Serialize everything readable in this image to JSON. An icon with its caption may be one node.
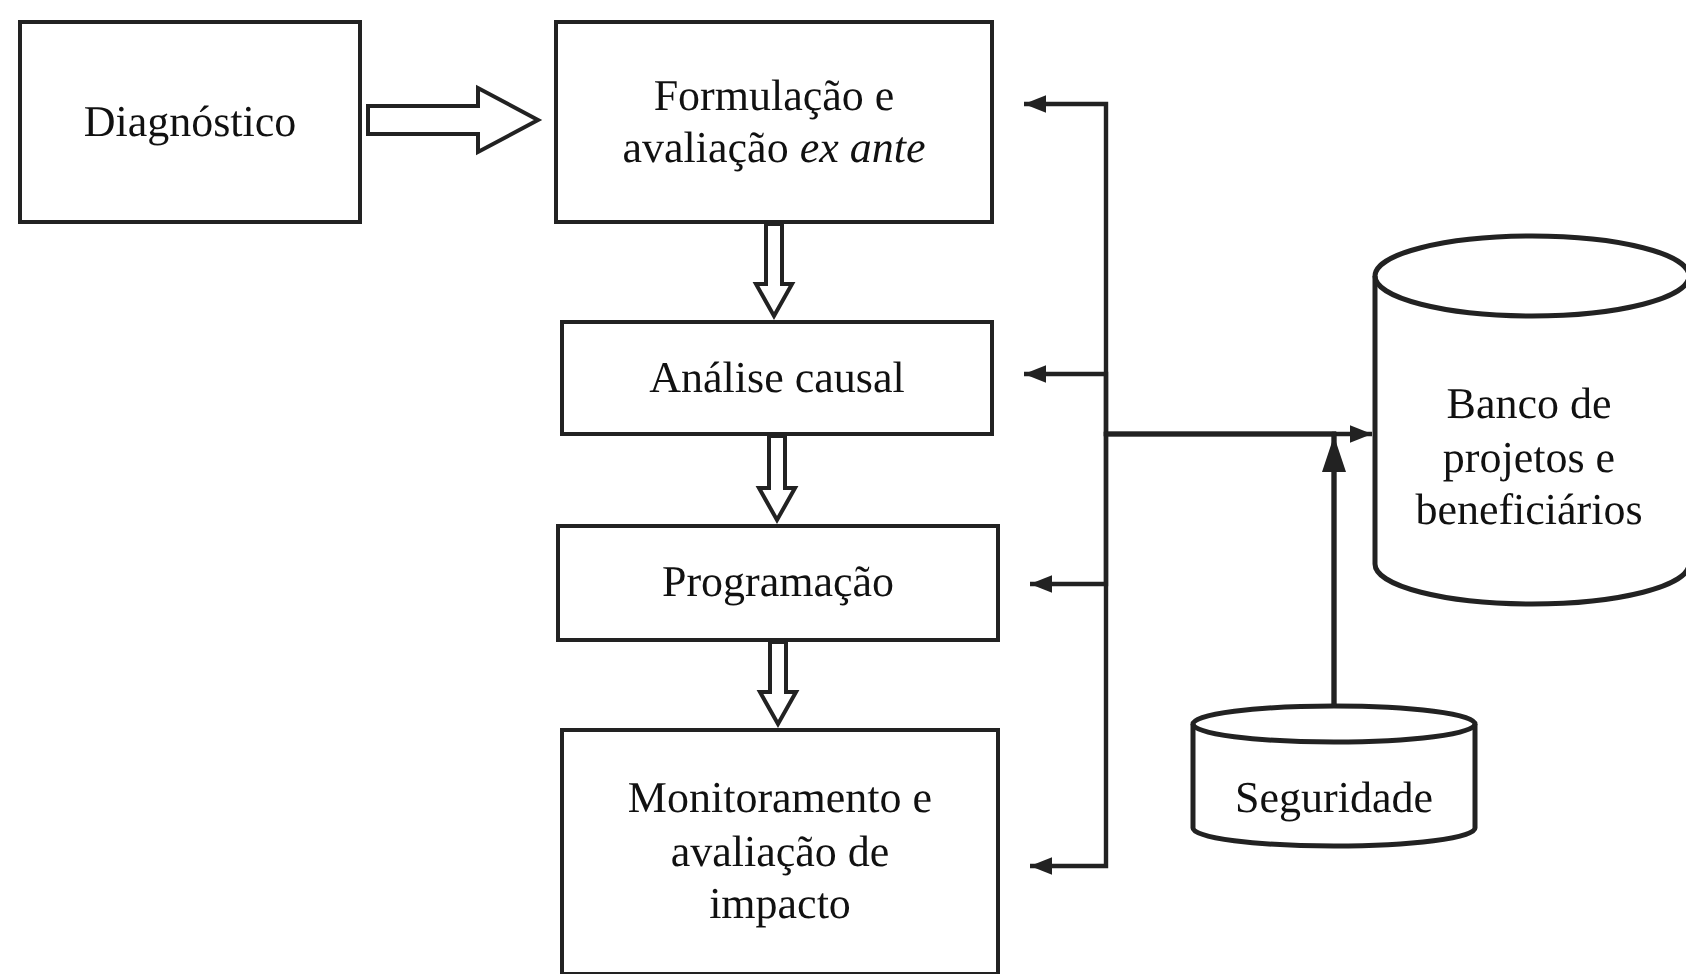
{
  "diagram": {
    "nodes": [
      {
        "text": [
          "Diagnóstico"
        ]
      },
      {
        "text": [
          "Formulação e avaliação *ex ante*"
        ]
      },
      {
        "text": [
          "Análise causal"
        ]
      },
      {
        "text": [
          "Programação"
        ]
      },
      {
        "text": [
          "Monitoramento e avaliação de impacto"
        ]
      },
      {
        "text": [
          "Banco de projetos e beneficiários"
        ]
      },
      {
        "text": [
          "Seguridade"
        ]
      }
    ],
    "edges": [
      {
        "from": 0,
        "to": 1,
        "arrow": "to",
        "style": "thick"
      },
      {
        "from": 1,
        "to": 2,
        "arrow": "to",
        "style": "thick"
      },
      {
        "from": 2,
        "to": 3,
        "arrow": "to",
        "style": "thick"
      },
      {
        "from": 3,
        "to": 4,
        "arrow": "to",
        "style": "thick"
      },
      {
        "from": 6,
        "to": 5,
        "arrow": "to"
      },
      {
        "from": 6,
        "to": 1,
        "arrow": "to"
      },
      {
        "from": 6,
        "to": 2,
        "arrow": "to"
      },
      {
        "from": 6,
        "to": 3,
        "arrow": "to"
      },
      {
        "from": 6,
        "to": 4,
        "arrow": "to"
      }
    ]
  }
}
